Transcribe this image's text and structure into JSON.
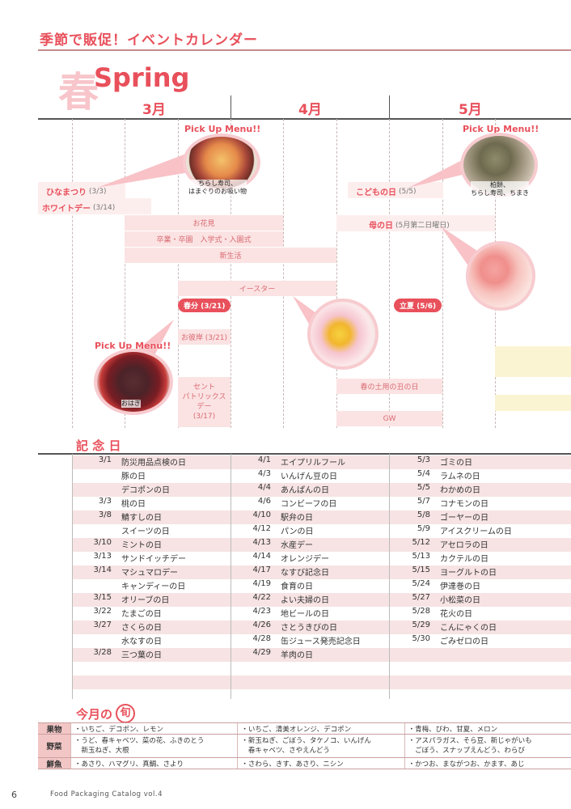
{
  "header": {
    "title": "季節で販促！イベントカレンダー"
  },
  "season": {
    "kanji": "春",
    "name": "Spring"
  },
  "months": [
    "3月",
    "4月",
    "5月"
  ],
  "events": {
    "hinamatsuri": {
      "name": "ひなまつり",
      "date": "(3/3)"
    },
    "white_day": {
      "name": "ホワイトデー",
      "date": "(3/14)"
    },
    "kodomo": {
      "name": "こどもの日",
      "date": "(5/5)"
    },
    "haha": {
      "name": "母の日",
      "date": "(5月第二日曜日)"
    }
  },
  "bars": {
    "ohanami": "お花見",
    "sotsugyo": "卒業・卒園　入学式・入園式",
    "shinseikatsu": "新生活",
    "easter": "イースター",
    "ohigan": "お彼岸 (3/21)",
    "saint_patrick": "セント\nパトリックス\nデー\n(3/17)",
    "doyo": "春の土用の丑の日",
    "gw": "GW"
  },
  "pills": {
    "shunbun": "春分 (3/21)",
    "rikka": "立夏 (5/6)"
  },
  "pickups": {
    "label": "Pick Up Menu!!",
    "p1_caption": "ちらし寿司、\nはまぐりのお吸い物",
    "p2_caption": "柏餅、\nちらし寿司、ちまき",
    "p3_caption": "おはぎ"
  },
  "kinenbi": {
    "title": "記 念 日",
    "col1": [
      [
        "3/1",
        "防災用品点検の日"
      ],
      [
        "",
        "豚の日"
      ],
      [
        "",
        "デコポンの日"
      ],
      [
        "3/3",
        "桃の日"
      ],
      [
        "3/8",
        "鯖すしの日"
      ],
      [
        "",
        "スイーツの日"
      ],
      [
        "3/10",
        "ミントの日"
      ],
      [
        "3/13",
        "サンドイッチデー"
      ],
      [
        "3/14",
        "マシュマロデー"
      ],
      [
        "",
        "キャンディーの日"
      ],
      [
        "3/15",
        "オリーブの日"
      ],
      [
        "3/22",
        "たまごの日"
      ],
      [
        "3/27",
        "さくらの日"
      ],
      [
        "",
        "水なすの日"
      ],
      [
        "3/28",
        "三つ葉の日"
      ]
    ],
    "col2": [
      [
        "4/1",
        "エイプリルフール"
      ],
      [
        "4/3",
        "いんげん豆の日"
      ],
      [
        "4/4",
        "あんぱんの日"
      ],
      [
        "4/6",
        "コンビーフの日"
      ],
      [
        "4/10",
        "駅弁の日"
      ],
      [
        "4/12",
        "パンの日"
      ],
      [
        "4/13",
        "水産デー"
      ],
      [
        "4/14",
        "オレンジデー"
      ],
      [
        "4/17",
        "なすび記念日"
      ],
      [
        "4/19",
        "食育の日"
      ],
      [
        "4/22",
        "よい夫婦の日"
      ],
      [
        "4/23",
        "地ビールの日"
      ],
      [
        "4/26",
        "さとうきびの日"
      ],
      [
        "4/28",
        "缶ジュース発売記念日"
      ],
      [
        "4/29",
        "羊肉の日"
      ]
    ],
    "col3": [
      [
        "5/3",
        "ゴミの日"
      ],
      [
        "5/4",
        "ラムネの日"
      ],
      [
        "5/5",
        "わかめの日"
      ],
      [
        "5/7",
        "コナモンの日"
      ],
      [
        "5/8",
        "ゴーヤーの日"
      ],
      [
        "5/9",
        "アイスクリームの日"
      ],
      [
        "5/12",
        "アセロラの日"
      ],
      [
        "5/13",
        "カクテルの日"
      ],
      [
        "5/15",
        "ヨーグルトの日"
      ],
      [
        "5/24",
        "伊達巻の日"
      ],
      [
        "5/27",
        "小松菜の日"
      ],
      [
        "5/28",
        "花火の日"
      ],
      [
        "5/29",
        "こんにゃくの日"
      ],
      [
        "5/30",
        "ごみゼロの日"
      ],
      [
        "",
        ""
      ]
    ]
  },
  "shun": {
    "title": "今月の",
    "icon_char": "旬",
    "rows": [
      {
        "label": "果物",
        "m3": "・いちご、デコポン、レモン",
        "m4": "・いちご、清美オレンジ、デコポン",
        "m5": "・青梅、びわ、甘夏、メロン"
      },
      {
        "label": "野菜",
        "m3": "・うど、春キャベツ、菜の花、ふきのとう\n　新玉ねぎ、大根",
        "m4": "・新玉ねぎ、ごぼう、タケノコ、いんげん\n　春キャベツ、さやえんどう",
        "m5": "・アスパラガス、そら豆、新じゃがいも\n　ごぼう、スナップえんどう、わらび"
      },
      {
        "label": "鮮魚",
        "m3": "・あさり、ハマグリ、真鯛、さより",
        "m4": "・さわら、きす、あさり、ニシン",
        "m5": "・かつお、まながつお、かます、あじ"
      }
    ]
  },
  "footer": {
    "page": "6",
    "catalog": "Food Packaging Catalog vol.4"
  }
}
